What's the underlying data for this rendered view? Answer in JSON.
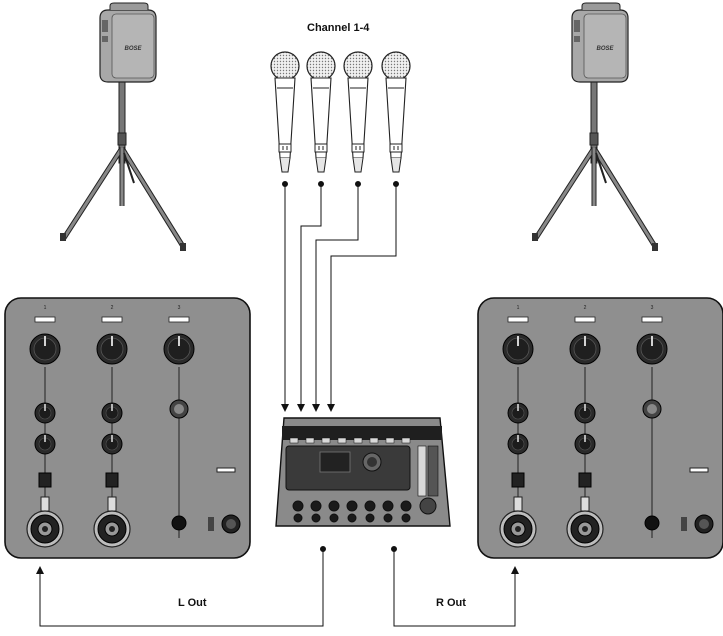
{
  "labels": {
    "channels": "Channel 1-4",
    "left_out": "L Out",
    "right_out": "R Out"
  },
  "panel_channel_numbers": [
    "1",
    "2",
    "3"
  ],
  "colors": {
    "outline": "#1a1a1a",
    "panel_fill": "#8c8c8c",
    "knob": "#262626",
    "speaker_body": "#a0a0a0",
    "stand": "#7a7a7a",
    "mic_head": "#e8e8e8"
  },
  "icons": {
    "speaker": "portable-pa-speaker-icon",
    "microphone": "handheld-microphone-icon",
    "mixer": "digital-mixer-icon",
    "speaker_panel": "speaker-rear-panel-icon"
  }
}
